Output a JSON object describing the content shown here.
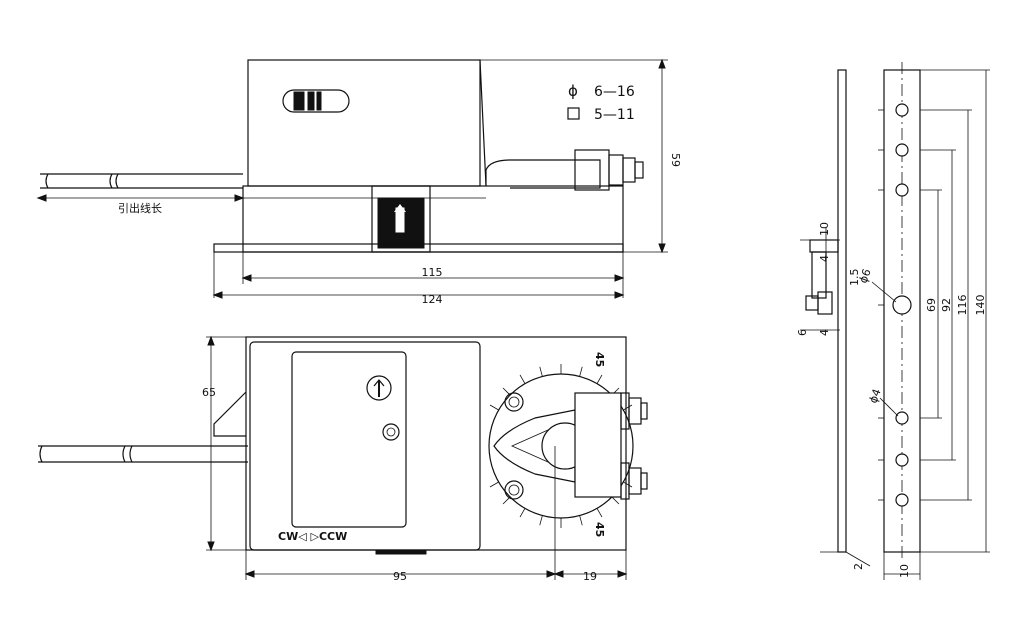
{
  "shaft_spec": {
    "round_symbol": "ϕ",
    "round_range": "6—16",
    "square_symbol": "□",
    "square_range": "5—11"
  },
  "top_view": {
    "lead_length_label": "引出线长",
    "height": "59",
    "length_inner": "115",
    "length_total": "124"
  },
  "front_view": {
    "height": "65",
    "width_main": "95",
    "width_clamp": "19",
    "rotation_label": "CW◁ ▷CCW",
    "angle_top": "45",
    "angle_bottom": "45"
  },
  "bracket_view": {
    "dim_10_top": "10",
    "dim_4": "4",
    "dim_4b": "4",
    "dim_1_5": "1.5",
    "dim_6": "6",
    "dia_6": "ϕ6",
    "dia_4": "ϕ4",
    "dim_69": "69",
    "dim_92": "92",
    "dim_116": "116",
    "dim_140": "140",
    "dim_2": "2",
    "dim_10_bottom": "10"
  }
}
